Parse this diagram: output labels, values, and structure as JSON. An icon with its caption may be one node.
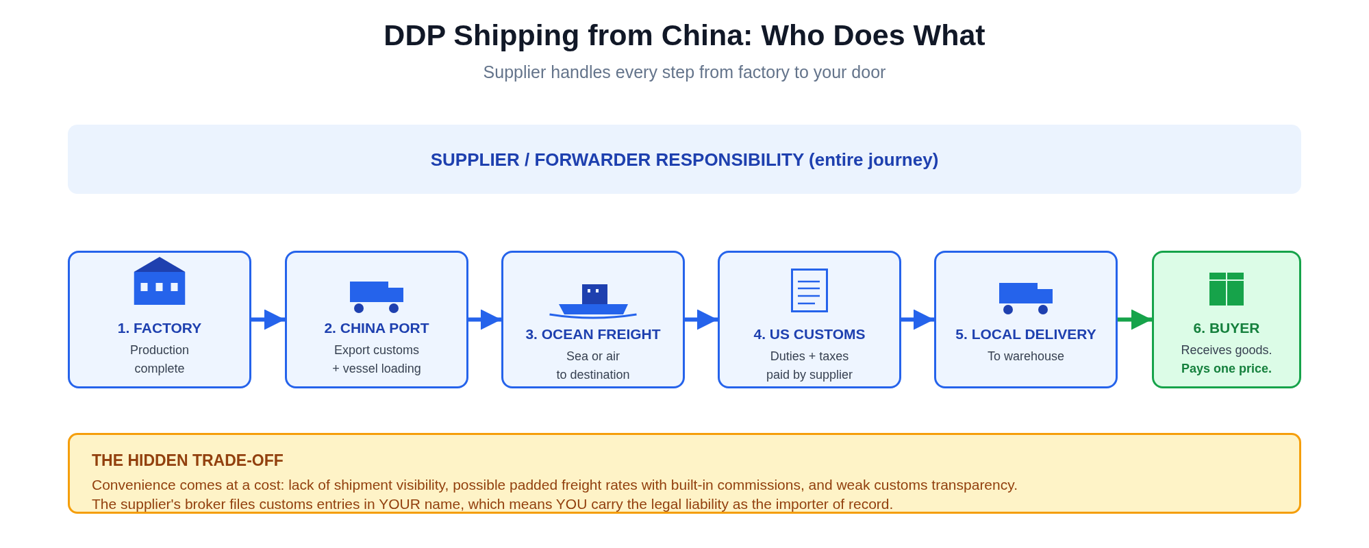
{
  "diagram": {
    "title": "DDP Shipping from China: Who Does What",
    "nodes": [
      {
        "text": [
          "SUPPLIER / FORWARDER RESPONSIBILITY (entire journey)"
        ]
      },
      {
        "text": [
          "1. FACTORY",
          "Production complete"
        ]
      },
      {
        "text": [
          "2. CHINA PORT",
          "Export customs + vessel loading"
        ]
      },
      {
        "text": [
          "3. OCEAN FREIGHT",
          "Sea or air to destination"
        ]
      },
      {
        "text": [
          "4. US CUSTOMS",
          "Duties + taxes paid by supplier"
        ]
      },
      {
        "text": [
          "5. LOCAL DELIVERY",
          "To warehouse"
        ]
      },
      {
        "text": [
          "6. BUYER",
          "Receives goods.",
          "Pays one price."
        ]
      },
      {
        "text": [
          "THE HIDDEN TRADE-OFF",
          "Convenience comes at a cost: lack of shipment visibility, possible padded freight rates with built-in commissions, and weak customs transparency.",
          "The supplier's broker files customs entries in YOUR name, which means YOU carry the legal liability as the importer of record."
        ]
      }
    ],
    "edges": [
      {
        "from": 1,
        "to": 2,
        "arrow": "to"
      },
      {
        "from": 2,
        "to": 3,
        "arrow": "to"
      },
      {
        "from": 3,
        "to": 4,
        "arrow": "to"
      },
      {
        "from": 4,
        "to": 5,
        "arrow": "to"
      },
      {
        "from": 5,
        "to": 6,
        "arrow": "to",
        "color": "#16a34a"
      }
    ],
    "labels": [
      "Supplier handles every step from factory to your door"
    ]
  }
}
